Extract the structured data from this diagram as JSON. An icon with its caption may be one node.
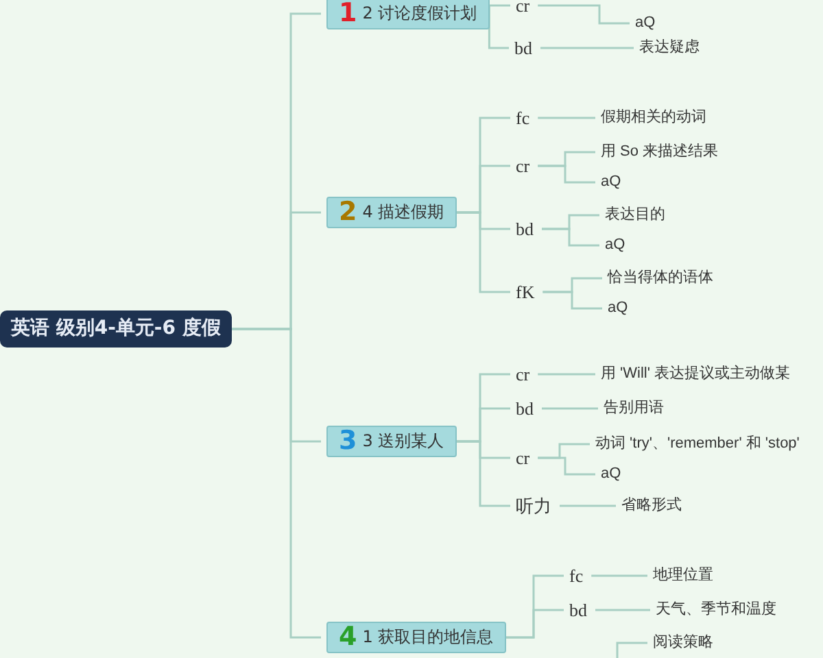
{
  "diagram": {
    "nodes": [
      {
        "text": [
          "英语 级别4-单元-6 度假"
        ]
      },
      {
        "text": [
          "1",
          "2 讨论度假计划"
        ]
      },
      {
        "text": [
          "cr"
        ]
      },
      {
        "text": [
          "aQ"
        ]
      },
      {
        "text": [
          "bd"
        ]
      },
      {
        "text": [
          "表达疑虑"
        ]
      },
      {
        "text": [
          "2",
          "4 描述假期"
        ]
      },
      {
        "text": [
          "fc"
        ]
      },
      {
        "text": [
          "假期相关的动词"
        ]
      },
      {
        "text": [
          "cr"
        ]
      },
      {
        "text": [
          "用 So 来描述结果"
        ]
      },
      {
        "text": [
          "aQ"
        ]
      },
      {
        "text": [
          "bd"
        ]
      },
      {
        "text": [
          "表达目的"
        ]
      },
      {
        "text": [
          "aQ"
        ]
      },
      {
        "text": [
          "fK"
        ]
      },
      {
        "text": [
          "恰当得体的语体"
        ]
      },
      {
        "text": [
          "aQ"
        ]
      },
      {
        "text": [
          "3",
          "3 送别某人"
        ]
      },
      {
        "text": [
          "cr"
        ]
      },
      {
        "text": [
          "用 'Will' 表达提议或主动做某"
        ]
      },
      {
        "text": [
          "bd"
        ]
      },
      {
        "text": [
          "告别用语"
        ]
      },
      {
        "text": [
          "cr"
        ]
      },
      {
        "text": [
          "动词 'try'、'remember' 和 'stop'"
        ]
      },
      {
        "text": [
          "aQ"
        ]
      },
      {
        "text": [
          "听力"
        ]
      },
      {
        "text": [
          "省略形式"
        ]
      },
      {
        "text": [
          "4",
          "1 获取目的地信息"
        ]
      },
      {
        "text": [
          "fc"
        ]
      },
      {
        "text": [
          "地理位置"
        ]
      },
      {
        "text": [
          "bd"
        ]
      },
      {
        "text": [
          "天气、季节和温度"
        ]
      },
      {
        "text": [
          "阅读策略"
        ]
      }
    ],
    "edges": [
      {
        "from": 0,
        "to": 1,
        "arrow": "none"
      },
      {
        "from": 0,
        "to": 6,
        "arrow": "none"
      },
      {
        "from": 0,
        "to": 18,
        "arrow": "none"
      },
      {
        "from": 0,
        "to": 28,
        "arrow": "none"
      },
      {
        "from": 1,
        "to": 2,
        "arrow": "none"
      },
      {
        "from": 2,
        "to": 3,
        "arrow": "none"
      },
      {
        "from": 1,
        "to": 4,
        "arrow": "none"
      },
      {
        "from": 4,
        "to": 5,
        "arrow": "none"
      },
      {
        "from": 6,
        "to": 7,
        "arrow": "none"
      },
      {
        "from": 7,
        "to": 8,
        "arrow": "none"
      },
      {
        "from": 6,
        "to": 9,
        "arrow": "none"
      },
      {
        "from": 9,
        "to": 10,
        "arrow": "none"
      },
      {
        "from": 9,
        "to": 11,
        "arrow": "none"
      },
      {
        "from": 6,
        "to": 12,
        "arrow": "none"
      },
      {
        "from": 12,
        "to": 13,
        "arrow": "none"
      },
      {
        "from": 12,
        "to": 14,
        "arrow": "none"
      },
      {
        "from": 6,
        "to": 15,
        "arrow": "none"
      },
      {
        "from": 15,
        "to": 16,
        "arrow": "none"
      },
      {
        "from": 15,
        "to": 17,
        "arrow": "none"
      },
      {
        "from": 18,
        "to": 19,
        "arrow": "none"
      },
      {
        "from": 19,
        "to": 20,
        "arrow": "none"
      },
      {
        "from": 18,
        "to": 21,
        "arrow": "none"
      },
      {
        "from": 21,
        "to": 22,
        "arrow": "none"
      },
      {
        "from": 18,
        "to": 23,
        "arrow": "none"
      },
      {
        "from": 23,
        "to": 24,
        "arrow": "none"
      },
      {
        "from": 23,
        "to": 25,
        "arrow": "none"
      },
      {
        "from": 18,
        "to": 26,
        "arrow": "none"
      },
      {
        "from": 26,
        "to": 27,
        "arrow": "none"
      },
      {
        "from": 28,
        "to": 29,
        "arrow": "none"
      },
      {
        "from": 29,
        "to": 30,
        "arrow": "none"
      },
      {
        "from": 28,
        "to": 31,
        "arrow": "none"
      },
      {
        "from": 31,
        "to": 32,
        "arrow": "none"
      },
      {
        "from": null,
        "to": 33,
        "arrow": "none"
      }
    ]
  }
}
